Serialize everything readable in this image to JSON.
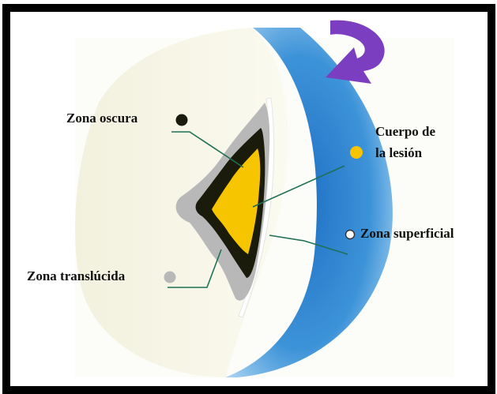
{
  "labels": {
    "dark_zone": "Zona oscura",
    "lesion_body_line1": "Cuerpo de",
    "lesion_body_line2": "la lesión",
    "surface_zone": "Zona superficial",
    "translucent_zone": "Zona translúcida"
  },
  "colors": {
    "frame": "#000000",
    "enamel": "#f7f6e6",
    "surface_blue": "#2f82cf",
    "dark_zone": "#1b1b0b",
    "lesion_body": "#f7c400",
    "translucent_zone": "#b8b8b8",
    "leader_line": "#1f7055",
    "arrow": "#7b3ec0"
  },
  "icons": {
    "dark_zone_marker": "filled-dark-circle",
    "lesion_body_marker": "filled-yellow-circle",
    "surface_zone_marker": "hollow-circle",
    "translucent_zone_marker": "filled-gray-circle",
    "rotation_arrow": "curved-arrow-icon"
  }
}
